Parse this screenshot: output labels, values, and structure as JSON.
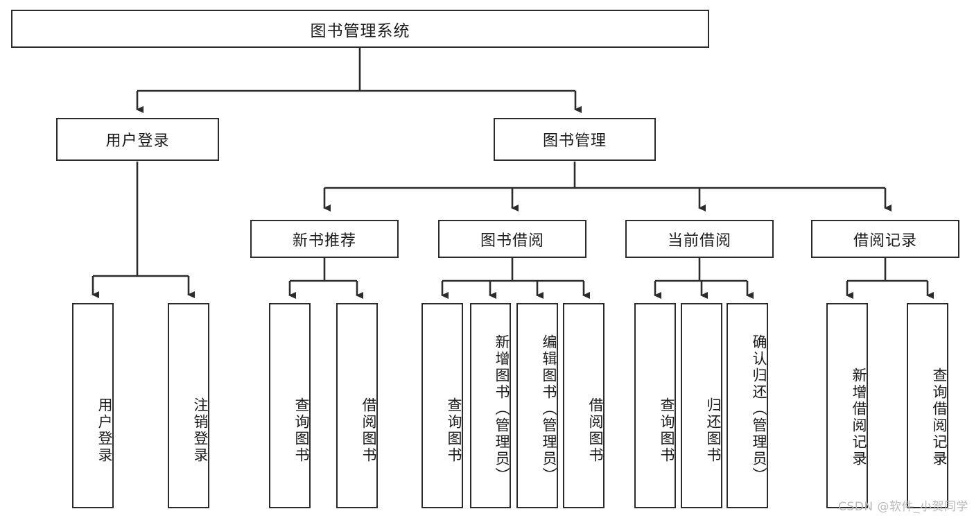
{
  "diagram": {
    "title": "图书管理系统",
    "type": "tree-hierarchy-diagram",
    "watermark": "CSDN @软件_小贺同学",
    "colors": {
      "stroke": "#2b2b2b",
      "fill": "#ffffff",
      "text": "#1a1a1a",
      "watermark": "#b9b9b9"
    },
    "nodes": {
      "root": {
        "label": "图书管理系统"
      },
      "level2": [
        {
          "label": "用户登录"
        },
        {
          "label": "图书管理"
        }
      ],
      "level3": [
        {
          "label": "新书推荐"
        },
        {
          "label": "图书借阅"
        },
        {
          "label": "当前借阅"
        },
        {
          "label": "借阅记录"
        }
      ],
      "leaves_user_login": [
        {
          "label": "用户登录"
        },
        {
          "label": "注销登录"
        }
      ],
      "leaves_new_book": [
        {
          "label": "查询图书"
        },
        {
          "label": "借阅图书"
        }
      ],
      "leaves_borrow": [
        {
          "label": "查询图书"
        },
        {
          "label": "新增图书（管理员）"
        },
        {
          "label": "编辑图书（管理员）"
        },
        {
          "label": "借阅图书"
        }
      ],
      "leaves_current": [
        {
          "label": "查询图书"
        },
        {
          "label": "归还图书"
        },
        {
          "label": "确认归还（管理员）"
        }
      ],
      "leaves_records": [
        {
          "label": "新增借阅记录"
        },
        {
          "label": "查询借阅记录"
        }
      ]
    }
  }
}
